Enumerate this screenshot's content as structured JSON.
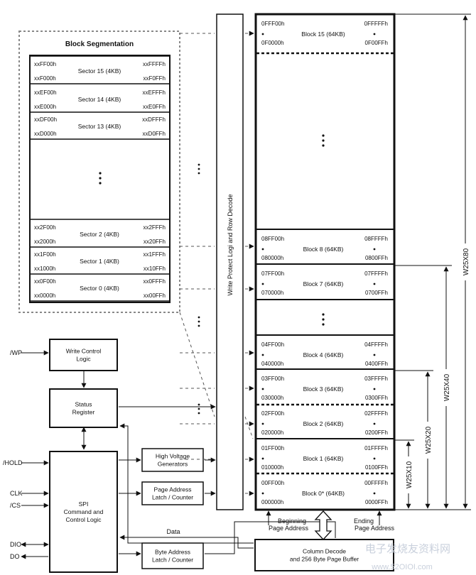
{
  "segmentation": {
    "title": "Block Segmentation",
    "sectors": [
      {
        "label": "Sector 15 (4KB)",
        "top_left": "xxFF00h",
        "bottom_left": "xxF000h",
        "top_right": "xxFFFFh",
        "bottom_right": "xxF0FFh"
      },
      {
        "label": "Sector 14 (4KB)",
        "top_left": "xxEF00h",
        "bottom_left": "xxE000h",
        "top_right": "xxEFFFh",
        "bottom_right": "xxE0FFh"
      },
      {
        "label": "Sector 13 (4KB)",
        "top_left": "xxDF00h",
        "bottom_left": "xxD000h",
        "top_right": "xxDFFFh",
        "bottom_right": "xxD0FFh"
      },
      {
        "label": "Sector 2 (4KB)",
        "top_left": "xx2F00h",
        "bottom_left": "xx2000h",
        "top_right": "xx2FFFh",
        "bottom_right": "xx20FFh"
      },
      {
        "label": "Sector 1 (4KB)",
        "top_left": "xx1F00h",
        "bottom_left": "xx1000h",
        "top_right": "xx1FFFh",
        "bottom_right": "xx10FFh"
      },
      {
        "label": "Sector 0 (4KB)",
        "top_left": "xx0F00h",
        "bottom_left": "xx0000h",
        "top_right": "xx0FFFh",
        "bottom_right": "xx00FFh"
      }
    ]
  },
  "blocks": [
    {
      "label": "Block 15 (64KB)",
      "top_left": "0FFF00h",
      "bottom_left": "0F0000h",
      "top_right": "0FFFFFh",
      "bottom_right": "0F00FFh"
    },
    {
      "label": "Block 8 (64KB)",
      "top_left": "08FF00h",
      "bottom_left": "080000h",
      "top_right": "08FFFFh",
      "bottom_right": "0800FFh"
    },
    {
      "label": "Block 7 (64KB)",
      "top_left": "07FF00h",
      "bottom_left": "070000h",
      "top_right": "07FFFFh",
      "bottom_right": "0700FFh"
    },
    {
      "label": "Block 4 (64KB)",
      "top_left": "04FF00h",
      "bottom_left": "040000h",
      "top_right": "04FFFFh",
      "bottom_right": "0400FFh"
    },
    {
      "label": "Block 3 (64KB)",
      "top_left": "03FF00h",
      "bottom_left": "030000h",
      "top_right": "03FFFFh",
      "bottom_right": "0300FFh"
    },
    {
      "label": "Block 2 (64KB)",
      "top_left": "02FF00h",
      "bottom_left": "020000h",
      "top_right": "02FFFFh",
      "bottom_right": "0200FFh"
    },
    {
      "label": "Block 1 (64KB)",
      "top_left": "01FF00h",
      "bottom_left": "010000h",
      "top_right": "01FFFFh",
      "bottom_right": "0100FFh"
    },
    {
      "label": "Block 0* (64KB)",
      "top_left": "00FF00h",
      "bottom_left": "000000h",
      "top_right": "00FFFFh",
      "bottom_right": "0000FFh"
    }
  ],
  "decoder_label": "Write Protect Logi and Row Decode",
  "logic": {
    "write_control": [
      "Write Control",
      "Logic"
    ],
    "status_register": [
      "Status",
      "Register"
    ],
    "spi": [
      "SPI",
      "Command and",
      "Control Logic"
    ],
    "high_voltage": [
      "High Voltage",
      "Generators"
    ],
    "page_address": [
      "Page Address",
      "Latch / Counter"
    ],
    "byte_address": [
      "Byte Address",
      "Latch / Counter"
    ],
    "column_decode": [
      "Column Decode",
      "and 256 Byte Page Buffer"
    ]
  },
  "pins": {
    "wp": "/WP",
    "hold": "/HOLD",
    "clk": "CLK",
    "cs": "/CS",
    "dio": "DIO",
    "do": "DO"
  },
  "labels": {
    "data": "Data",
    "beginning": [
      "Beginning",
      "Page Address"
    ],
    "ending": [
      "Ending",
      "Page Address"
    ]
  },
  "capacities": {
    "w25x80": "W25X80",
    "w25x40": "W25X40",
    "w25x20": "W25X20",
    "w25x10": "W25X10"
  },
  "watermark": [
    "电子发烧友资料网",
    "www.52OIOI.com"
  ]
}
